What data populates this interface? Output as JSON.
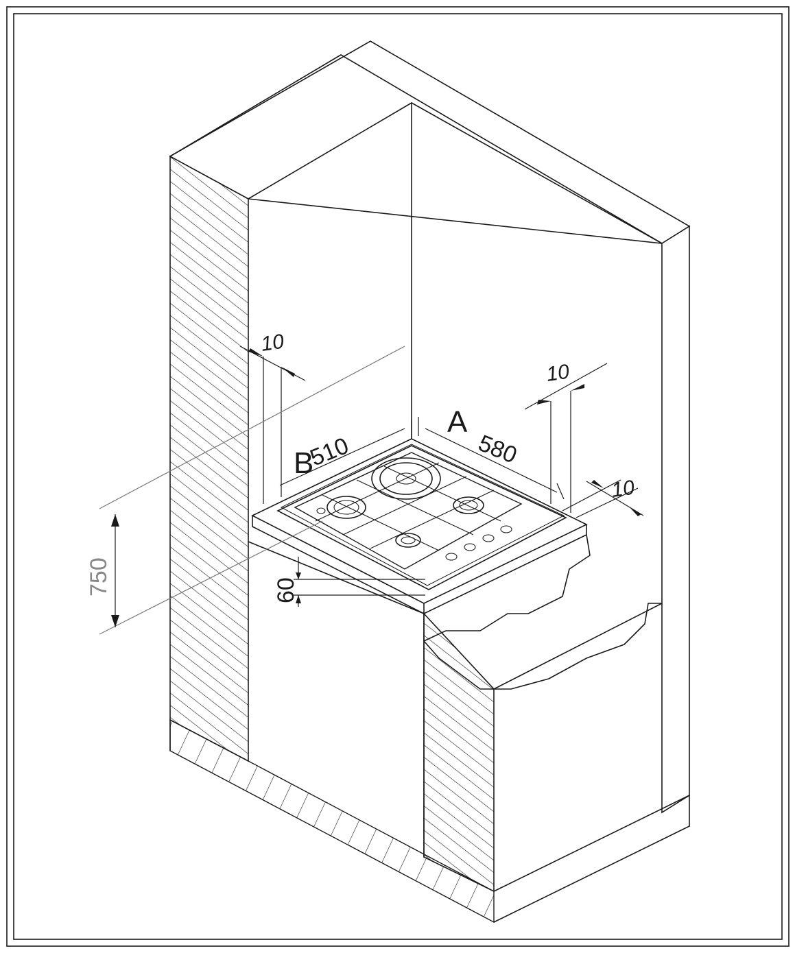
{
  "dimensions": {
    "A": "A",
    "A_value": "580",
    "B": "B",
    "B_value": "510",
    "gap_left": "10",
    "gap_right_top": "10",
    "gap_right_front": "10",
    "height": "750",
    "hob_depth": "60"
  }
}
